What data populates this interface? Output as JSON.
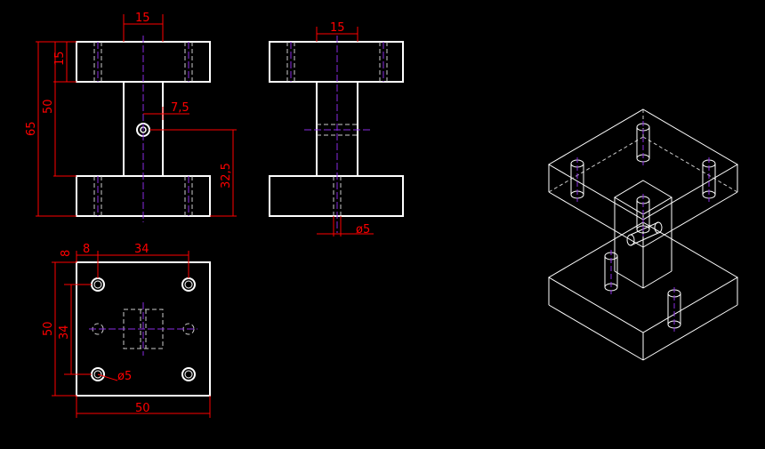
{
  "colors": {
    "background": "#000000",
    "outline": "#ffffff",
    "dimension": "#ff0000",
    "centerline": "#8a2be2",
    "hidden": "#cccccc"
  },
  "front_view": {
    "dim_top_width": "15",
    "dim_flange_height": "15",
    "dim_inner_height": "50",
    "dim_total_height": "65",
    "dim_hole_offset": "7,5",
    "dim_hole_height": "32,5"
  },
  "side_view": {
    "dim_top_width": "15",
    "dim_diameter": "ø5"
  },
  "top_view": {
    "dim_hole_edge": "8",
    "dim_hole_spacing": "34",
    "dim_left_edge": "8",
    "dim_total_height": "50",
    "dim_inner_height": "34",
    "dim_hole_diameter": "ø5",
    "dim_bottom_width": "50"
  }
}
